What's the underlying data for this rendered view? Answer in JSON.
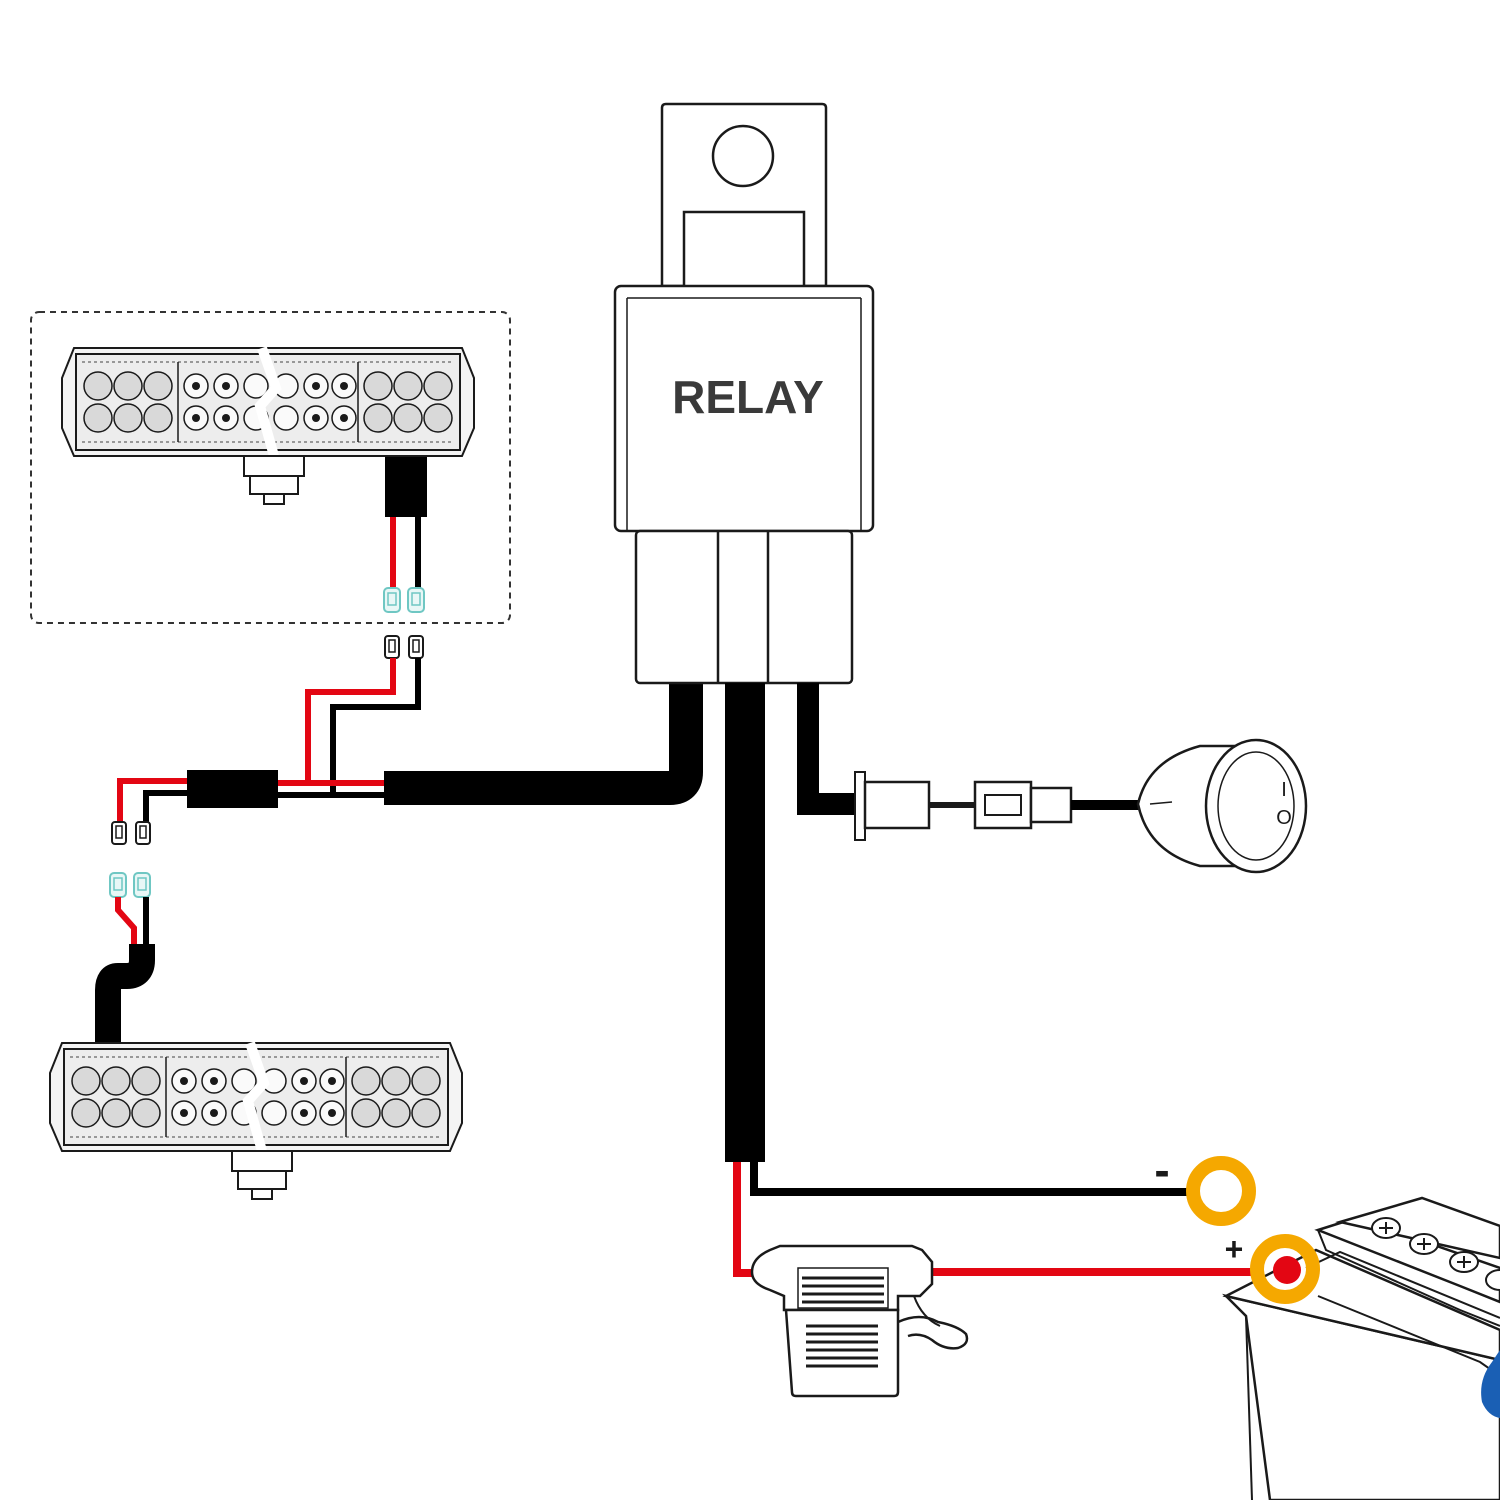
{
  "relay": {
    "label": "RELAY"
  },
  "switch": {
    "on_symbol": "I",
    "off_symbol": "O"
  },
  "battery": {
    "negative_label": "-",
    "positive_label": "+"
  },
  "colors": {
    "positive_wire": "#e30613",
    "negative_wire": "#000000",
    "ring_terminal": "#f5a800",
    "connector_tint": "#7fd3d0",
    "battery_cap": "#1a5fb4",
    "outline": "#1a1a1a"
  }
}
